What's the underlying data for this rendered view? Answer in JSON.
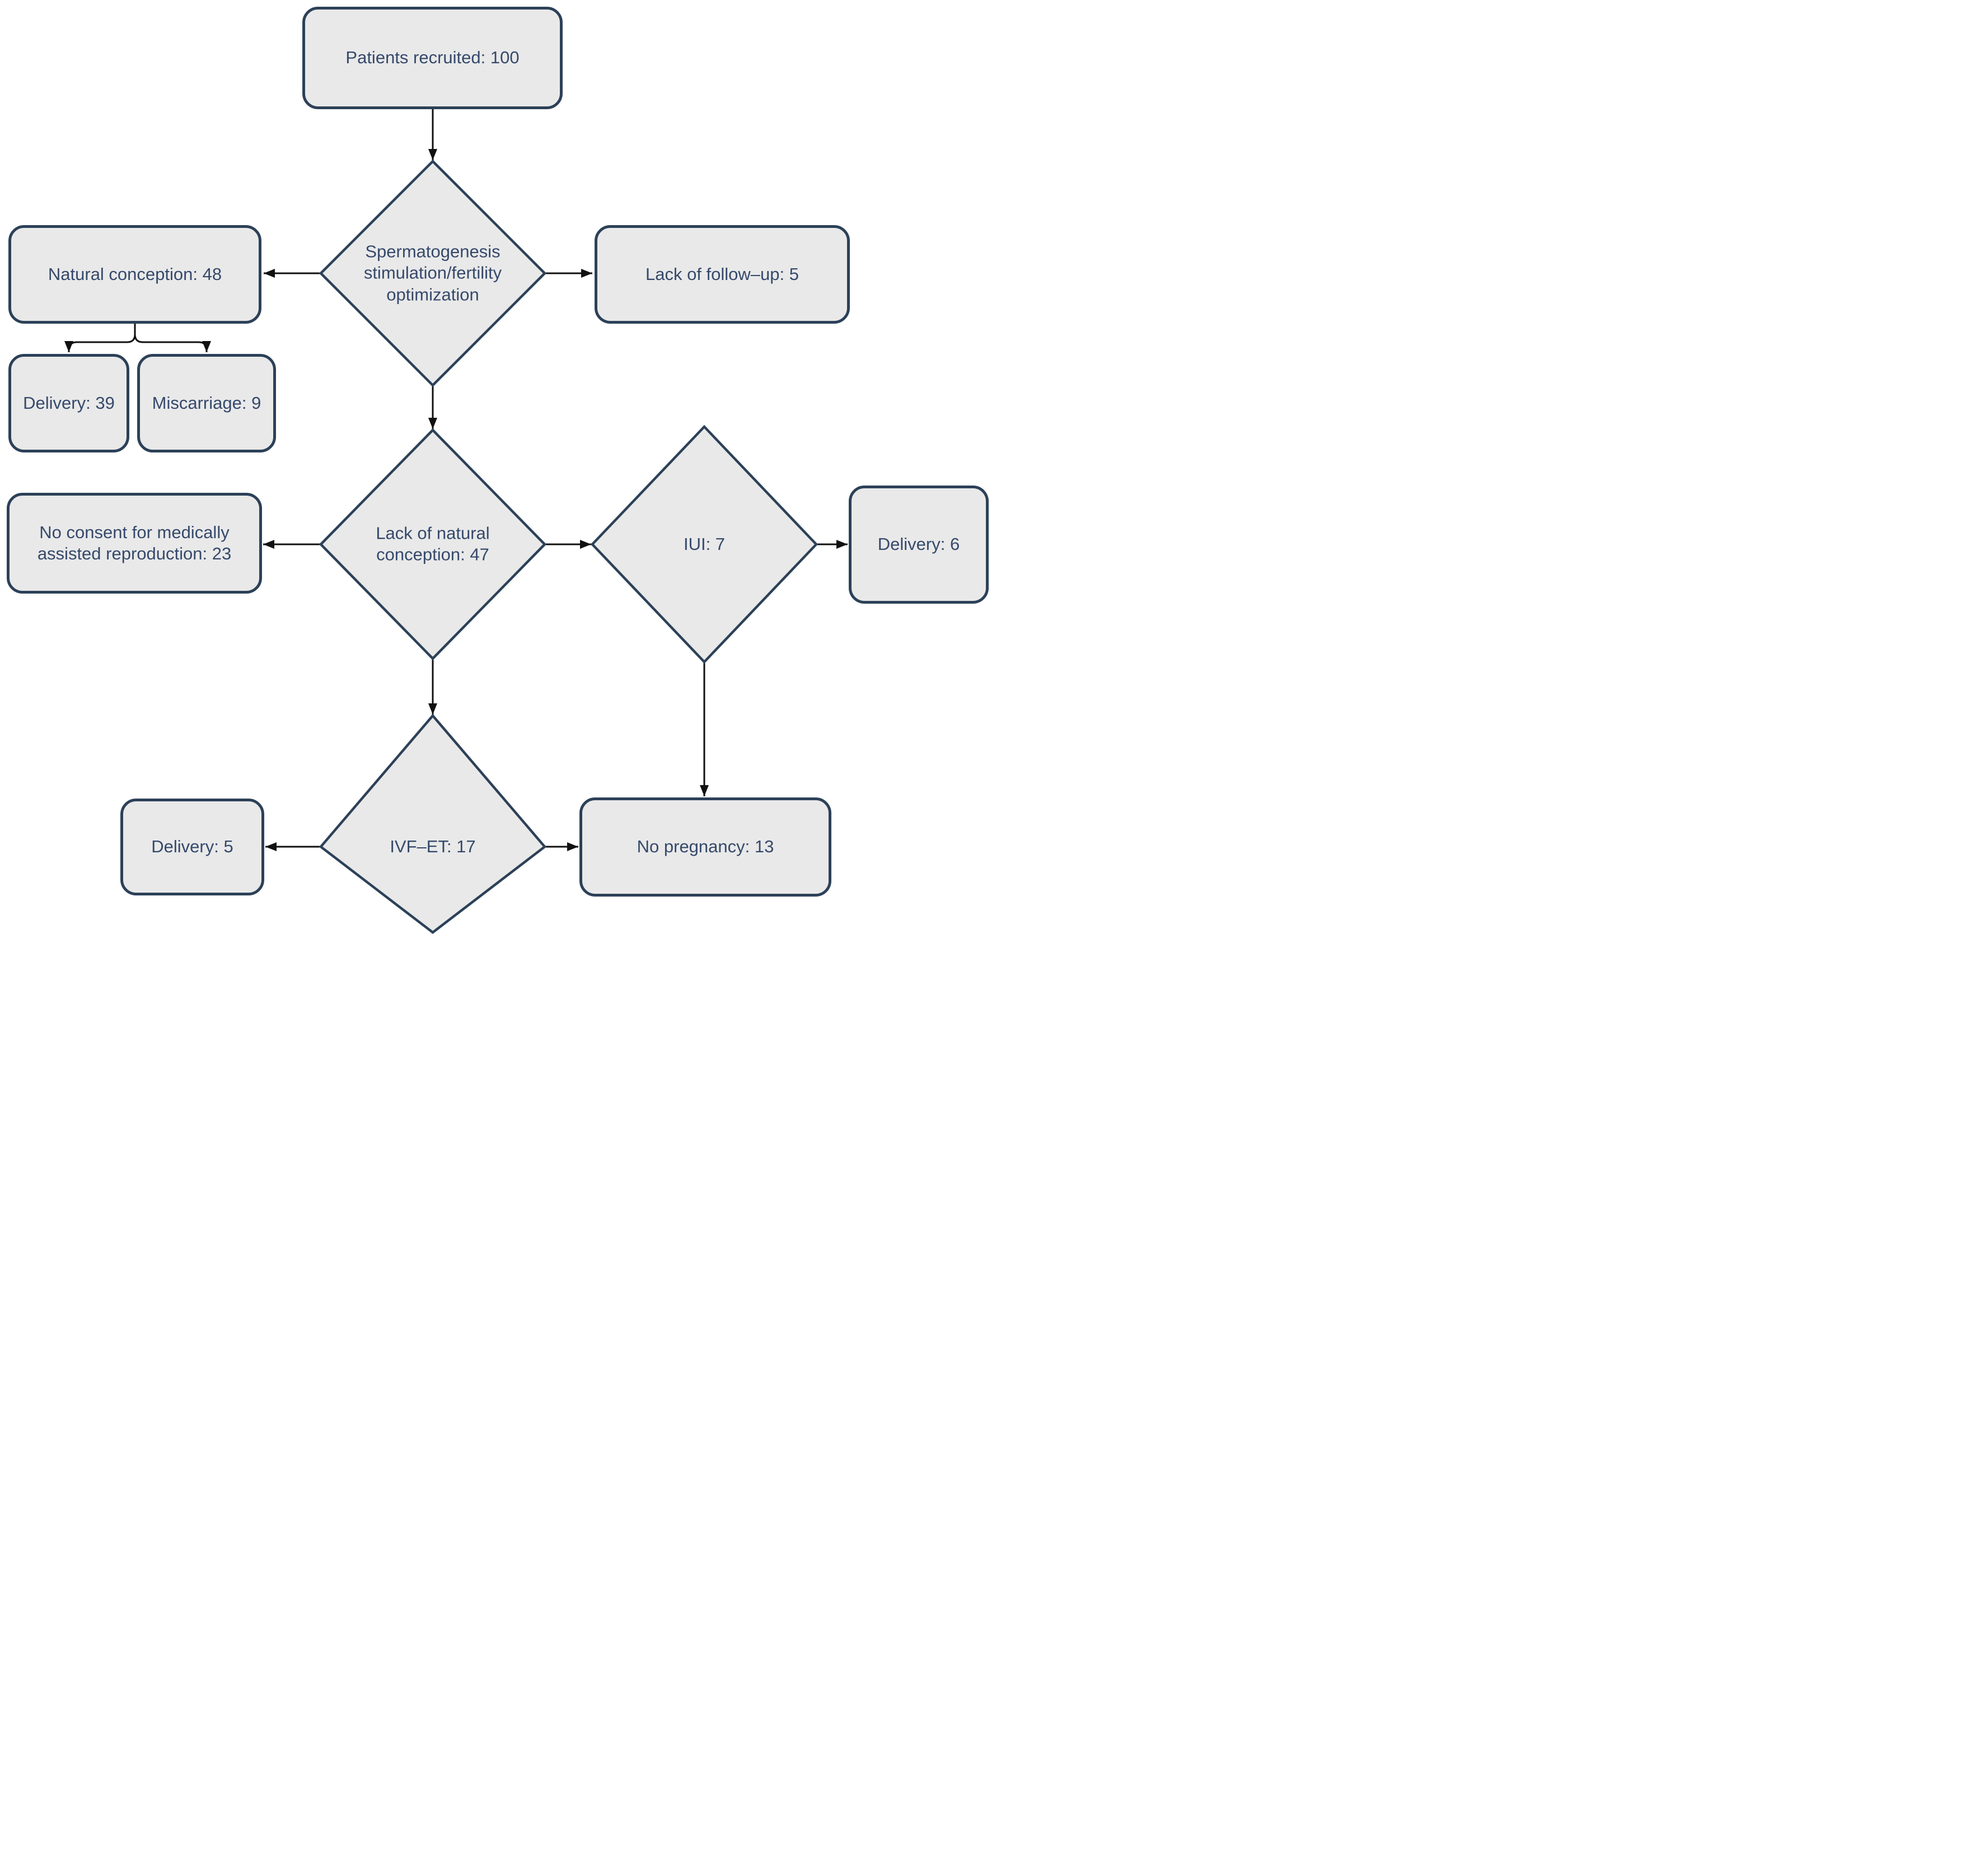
{
  "diagram": {
    "type": "flowchart",
    "background": "#ffffff",
    "colors": {
      "node_fill": "#e9e9e9",
      "node_border": "#2c4158",
      "label_text": "#35496b",
      "arrow": "#111111"
    },
    "nodes": {
      "patients_recruited": {
        "label": "Patients recruited: 100",
        "shape": "rounded-rect"
      },
      "spermatogenesis": {
        "label": [
          "Spermatogenesis",
          "stimulation/fertility",
          "optimization"
        ],
        "shape": "diamond"
      },
      "natural_conception": {
        "label": "Natural conception: 48",
        "shape": "rounded-rect"
      },
      "lack_of_follow_up": {
        "label": "Lack of follow–up: 5",
        "shape": "rounded-rect"
      },
      "delivery_39": {
        "label": "Delivery: 39",
        "shape": "rounded-rect"
      },
      "miscarriage_9": {
        "label": "Miscarriage: 9",
        "shape": "rounded-rect"
      },
      "lack_of_natural_conception": {
        "label": [
          "Lack of natural",
          "conception: 47"
        ],
        "shape": "diamond"
      },
      "no_consent": {
        "label": [
          "No consent for medically",
          "assisted reproduction: 23"
        ],
        "shape": "rounded-rect"
      },
      "iui": {
        "label": "IUI: 7",
        "shape": "diamond"
      },
      "delivery_6": {
        "label": "Delivery: 6",
        "shape": "rounded-rect"
      },
      "ivf_et": {
        "label": "IVF–ET: 17",
        "shape": "diamond"
      },
      "delivery_5": {
        "label": "Delivery: 5",
        "shape": "rounded-rect"
      },
      "no_pregnancy": {
        "label": "No pregnancy: 13",
        "shape": "rounded-rect"
      }
    },
    "edges": [
      {
        "from": "patients_recruited",
        "to": "spermatogenesis"
      },
      {
        "from": "spermatogenesis",
        "to": "natural_conception"
      },
      {
        "from": "spermatogenesis",
        "to": "lack_of_follow_up"
      },
      {
        "from": "natural_conception",
        "to": "delivery_39"
      },
      {
        "from": "natural_conception",
        "to": "miscarriage_9"
      },
      {
        "from": "spermatogenesis",
        "to": "lack_of_natural_conception"
      },
      {
        "from": "lack_of_natural_conception",
        "to": "no_consent"
      },
      {
        "from": "lack_of_natural_conception",
        "to": "iui"
      },
      {
        "from": "iui",
        "to": "delivery_6"
      },
      {
        "from": "iui",
        "to": "no_pregnancy"
      },
      {
        "from": "lack_of_natural_conception",
        "to": "ivf_et"
      },
      {
        "from": "ivf_et",
        "to": "delivery_5"
      },
      {
        "from": "ivf_et",
        "to": "no_pregnancy"
      }
    ]
  }
}
